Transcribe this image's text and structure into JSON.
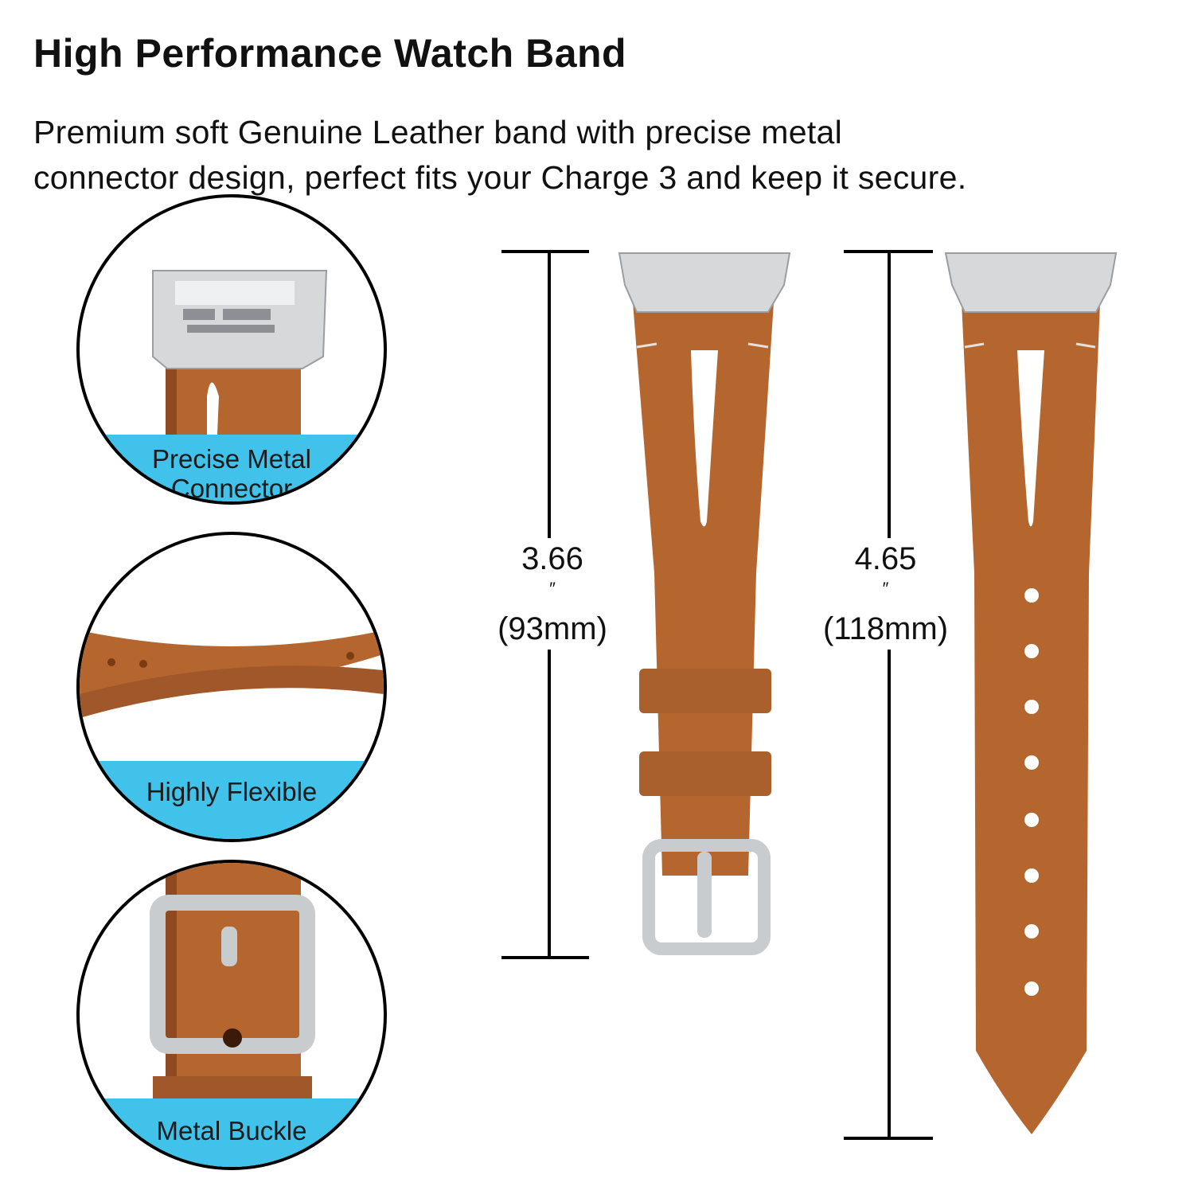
{
  "header": {
    "title": "High Performance Watch Band",
    "description_lines": [
      "Premium soft Genuine Leather band with precise metal",
      "connector design, perfect fits your Charge 3 and keep it secure."
    ]
  },
  "features": [
    {
      "label_lines": [
        "Precise Metal",
        "Connector"
      ]
    },
    {
      "label_lines": [
        "Highly Flexible"
      ]
    },
    {
      "label_lines": [
        "Metal Buckle"
      ]
    }
  ],
  "dimensions": {
    "short_strap": {
      "inches": "3.66",
      "mm": "(93mm)"
    },
    "long_strap": {
      "inches": "4.65",
      "mm": "(118mm)"
    },
    "inch_mark": "″"
  },
  "colors": {
    "leather": "#b5662f",
    "leather_dark": "#8f4b1f",
    "metal": "#d6d8da",
    "accent": "#41c2ea"
  }
}
